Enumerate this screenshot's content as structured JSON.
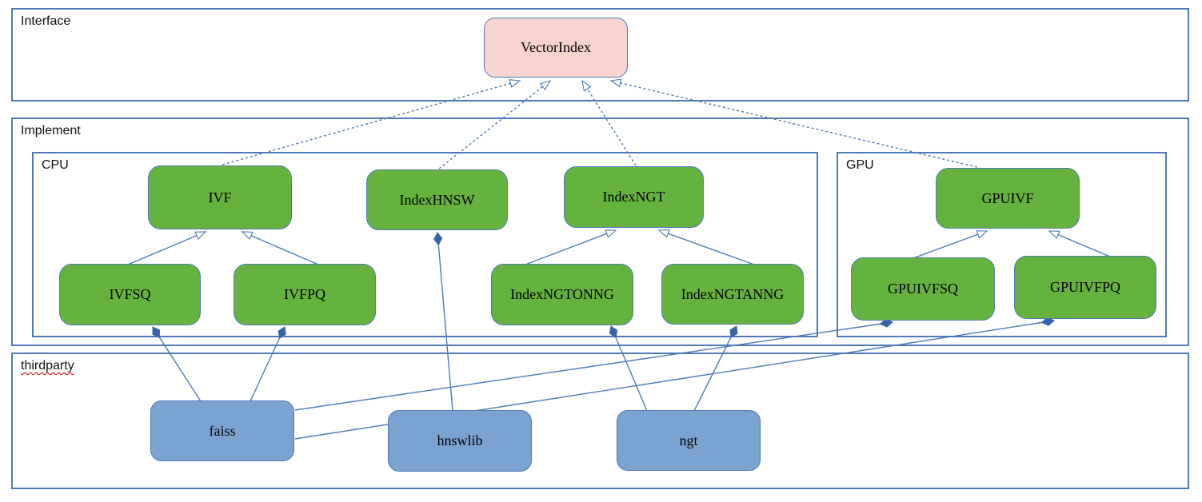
{
  "diagram": {
    "groups": {
      "interface": {
        "label": "Interface"
      },
      "implement": {
        "label": "Implement"
      },
      "cpu": {
        "label": "CPU"
      },
      "gpu": {
        "label": "GPU"
      },
      "thirdparty": {
        "label": "thirdparty"
      }
    },
    "nodes": {
      "vectorindex": {
        "label": "VectorIndex",
        "kind": "interface"
      },
      "ivf": {
        "label": "IVF",
        "kind": "class"
      },
      "indexhnsw": {
        "label": "IndexHNSW",
        "kind": "class"
      },
      "indexngt": {
        "label": "IndexNGT",
        "kind": "class"
      },
      "ivfsq": {
        "label": "IVFSQ",
        "kind": "class"
      },
      "ivfpq": {
        "label": "IVFPQ",
        "kind": "class"
      },
      "indexngtonng": {
        "label": "IndexNGTONNG",
        "kind": "class"
      },
      "indexngtanng": {
        "label": "IndexNGTANNG",
        "kind": "class"
      },
      "gpuivf": {
        "label": "GPUIVF",
        "kind": "class"
      },
      "gpuivfsq": {
        "label": "GPUIVFSQ",
        "kind": "class"
      },
      "gpuivfpq": {
        "label": "GPUIVFPQ",
        "kind": "class"
      },
      "faiss": {
        "label": "faiss",
        "kind": "library"
      },
      "hnswlib": {
        "label": "hnswlib",
        "kind": "library"
      },
      "ngt": {
        "label": "ngt",
        "kind": "library"
      }
    },
    "edges": [
      {
        "from": "IVF",
        "to": "VectorIndex",
        "type": "realization"
      },
      {
        "from": "IndexHNSW",
        "to": "VectorIndex",
        "type": "realization"
      },
      {
        "from": "IndexNGT",
        "to": "VectorIndex",
        "type": "realization"
      },
      {
        "from": "GPUIVF",
        "to": "VectorIndex",
        "type": "realization"
      },
      {
        "from": "IVFSQ",
        "to": "IVF",
        "type": "generalization"
      },
      {
        "from": "IVFPQ",
        "to": "IVF",
        "type": "generalization"
      },
      {
        "from": "IndexNGTONNG",
        "to": "IndexNGT",
        "type": "generalization"
      },
      {
        "from": "IndexNGTANNG",
        "to": "IndexNGT",
        "type": "generalization"
      },
      {
        "from": "GPUIVFSQ",
        "to": "GPUIVF",
        "type": "generalization"
      },
      {
        "from": "GPUIVFPQ",
        "to": "GPUIVF",
        "type": "generalization"
      },
      {
        "from": "IVFSQ",
        "to": "faiss",
        "type": "composition"
      },
      {
        "from": "IVFPQ",
        "to": "faiss",
        "type": "composition"
      },
      {
        "from": "IndexHNSW",
        "to": "hnswlib",
        "type": "composition"
      },
      {
        "from": "IndexNGTONNG",
        "to": "ngt",
        "type": "composition"
      },
      {
        "from": "IndexNGTANNG",
        "to": "ngt",
        "type": "composition"
      },
      {
        "from": "GPUIVFSQ",
        "to": "faiss",
        "type": "composition"
      },
      {
        "from": "GPUIVFPQ",
        "to": "faiss",
        "type": "composition"
      }
    ],
    "colors": {
      "class_fill": "#66b23e",
      "interface_fill": "#f9d3d0",
      "library_fill": "#7ba3d0",
      "line_stroke": "#4d7ab7",
      "diamond_fill": "#3565a8",
      "spellcheck_underline": "#cc0000"
    }
  }
}
